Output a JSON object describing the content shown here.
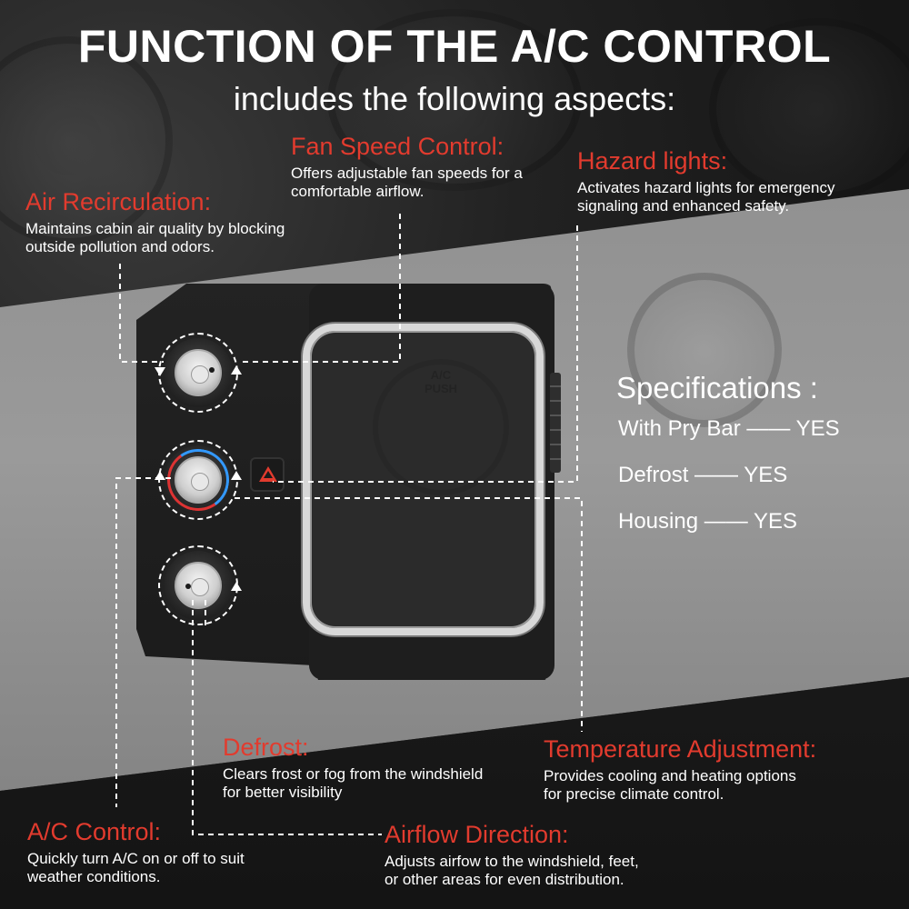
{
  "header": {
    "title": "FUNCTION OF THE A/C CONTROL",
    "subtitle": "includes the following aspects:"
  },
  "features": {
    "fan_speed": {
      "title": "Fan Speed Control:",
      "desc_1": "Offers adjustable fan speeds for a",
      "desc_2": "comfortable airflow."
    },
    "hazard": {
      "title": "Hazard lights:",
      "desc_1": "Activates hazard lights for emergency",
      "desc_2": "signaling and enhanced safety."
    },
    "recirculation": {
      "title": "Air Recirculation:",
      "desc_1": "Maintains cabin air quality by blocking",
      "desc_2": "outside pollution and odors."
    },
    "defrost": {
      "title": "Defrost:",
      "desc_1": "Clears frost or fog from the windshield",
      "desc_2": "for better visibility"
    },
    "temperature": {
      "title": "Temperature Adjustment:",
      "desc_1": "Provides cooling and heating options",
      "desc_2": "for precise climate control."
    },
    "ac_control": {
      "title": "A/C Control:",
      "desc_1": "Quickly turn A/C on or off to suit",
      "desc_2": "weather conditions."
    },
    "airflow": {
      "title": "Airflow Direction:",
      "desc_1": "Adjusts airfow to the windshield, feet,",
      "desc_2": "or other areas for even distribution."
    }
  },
  "specifications": {
    "title": "Specifications :",
    "items": [
      "With Pry Bar —— YES",
      "Defrost —— YES",
      "Housing —— YES"
    ]
  },
  "product": {
    "screen_text": "A/C PUSH"
  },
  "colors": {
    "accent_red": "#e23b2e",
    "text_white": "#ffffff",
    "background_dark": "#1a1a1a",
    "band_gray": "#8f8f8f"
  }
}
